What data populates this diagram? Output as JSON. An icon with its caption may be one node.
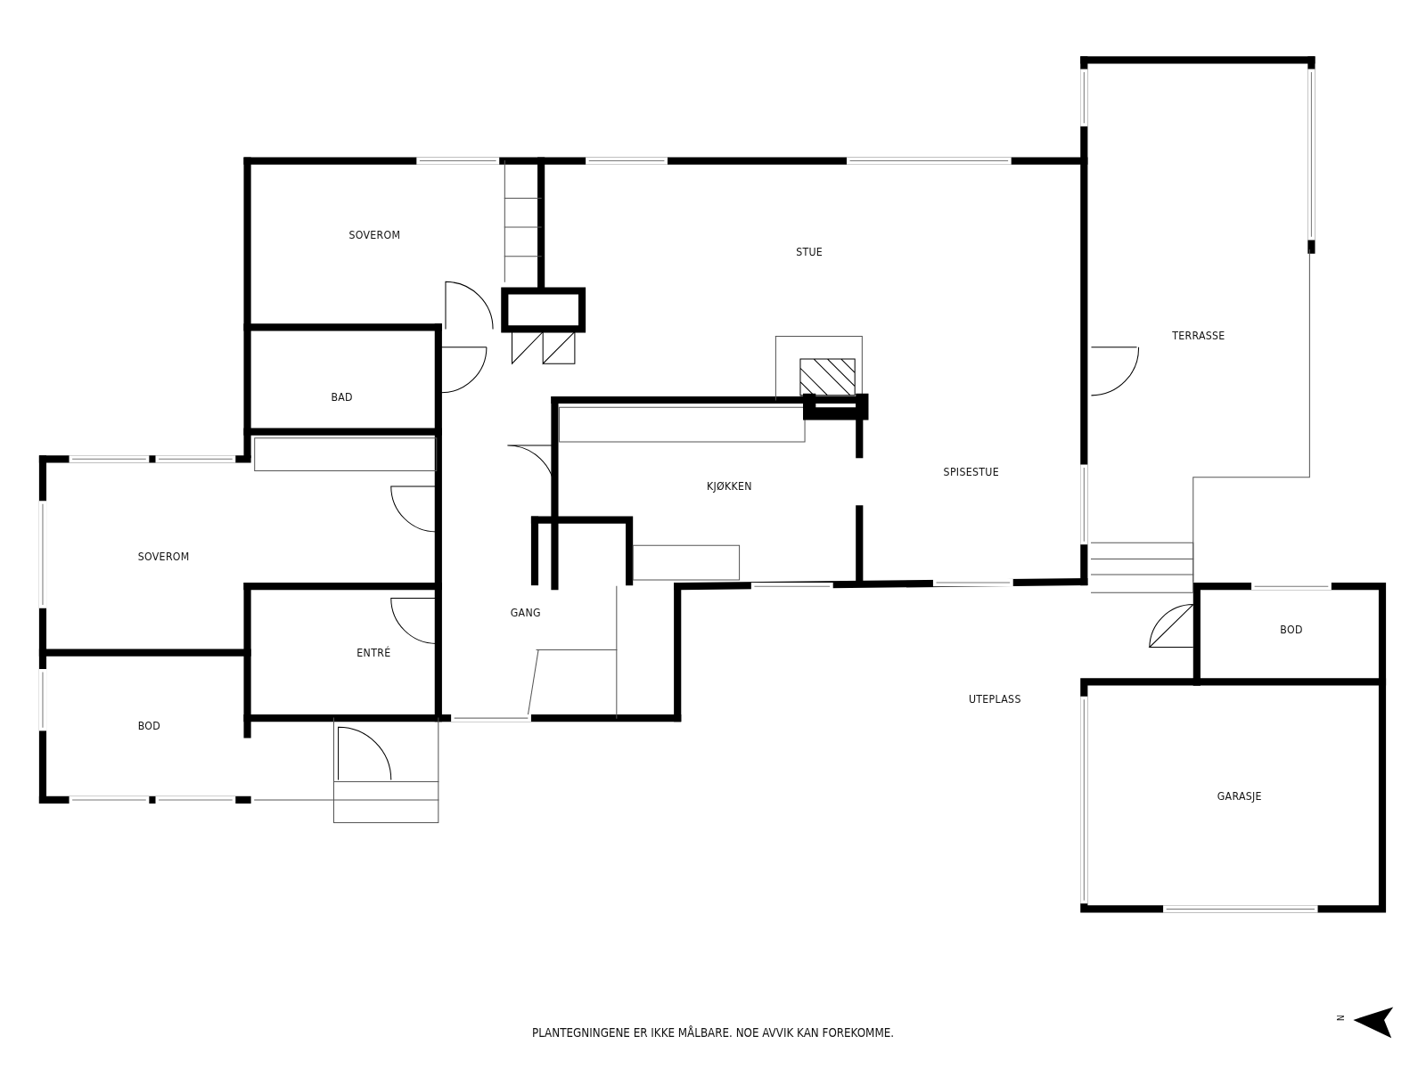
{
  "diagram": {
    "caption": "PLANTEGNINGENE ER IKKE MÅLBARE. NOE AVVIK KAN FOREKOMME.",
    "labels": [
      "SOVEROM",
      "STUE",
      "TERRASSE",
      "BAD",
      "KJØKKEN",
      "SPISESTUE",
      "SOVEROM",
      "GANG",
      "ENTRÉ",
      "BOD",
      "UTEPLASS",
      "BOD",
      "GARASJE",
      "N"
    ]
  }
}
